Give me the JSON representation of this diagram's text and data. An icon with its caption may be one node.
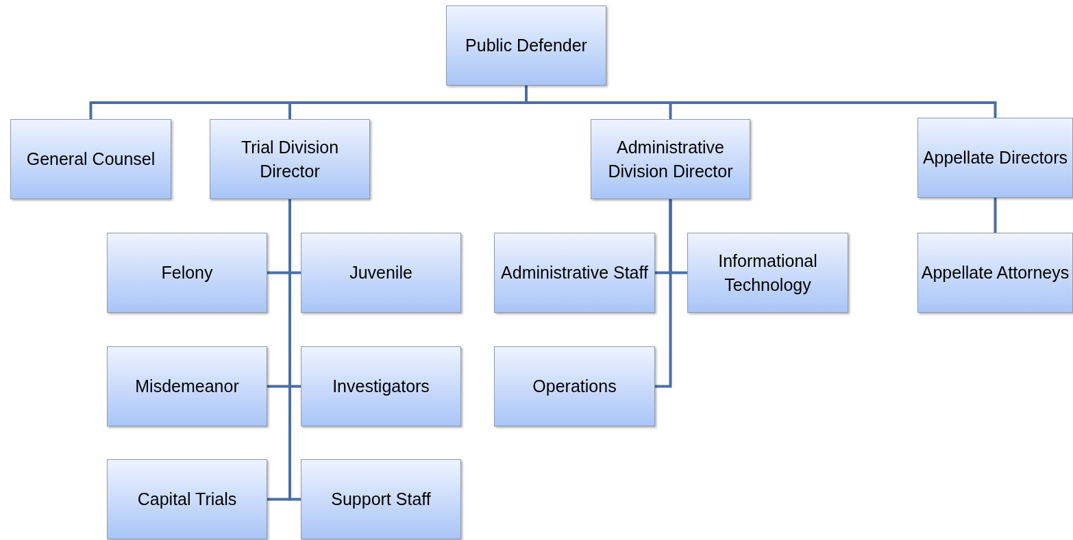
{
  "diagram": {
    "nodes": [
      {
        "text": [
          "Public Defender"
        ]
      },
      {
        "text": [
          "General Counsel"
        ]
      },
      {
        "text": [
          "Trial Division Director"
        ]
      },
      {
        "text": [
          "Administrative Division Director"
        ]
      },
      {
        "text": [
          "Appellate Directors"
        ]
      },
      {
        "text": [
          "Felony"
        ]
      },
      {
        "text": [
          "Juvenile"
        ]
      },
      {
        "text": [
          "Misdemeanor"
        ]
      },
      {
        "text": [
          "Investigators"
        ]
      },
      {
        "text": [
          "Capital Trials"
        ]
      },
      {
        "text": [
          "Support Staff"
        ]
      },
      {
        "text": [
          "Administrative Staff"
        ]
      },
      {
        "text": [
          "Informational Technology"
        ]
      },
      {
        "text": [
          "Operations"
        ]
      },
      {
        "text": [
          "Appellate Attorneys"
        ]
      }
    ],
    "edges": [
      {
        "from": 0,
        "to": 1,
        "arrow": "none"
      },
      {
        "from": 0,
        "to": 2,
        "arrow": "none"
      },
      {
        "from": 0,
        "to": 3,
        "arrow": "none"
      },
      {
        "from": 0,
        "to": 4,
        "arrow": "none"
      },
      {
        "from": 2,
        "to": 5,
        "arrow": "none"
      },
      {
        "from": 2,
        "to": 6,
        "arrow": "none"
      },
      {
        "from": 2,
        "to": 7,
        "arrow": "none"
      },
      {
        "from": 2,
        "to": 8,
        "arrow": "none"
      },
      {
        "from": 2,
        "to": 9,
        "arrow": "none"
      },
      {
        "from": 2,
        "to": 10,
        "arrow": "none"
      },
      {
        "from": 3,
        "to": 11,
        "arrow": "none"
      },
      {
        "from": 3,
        "to": 12,
        "arrow": "none"
      },
      {
        "from": 3,
        "to": 13,
        "arrow": "none"
      },
      {
        "from": 4,
        "to": 14,
        "arrow": "none"
      }
    ]
  }
}
